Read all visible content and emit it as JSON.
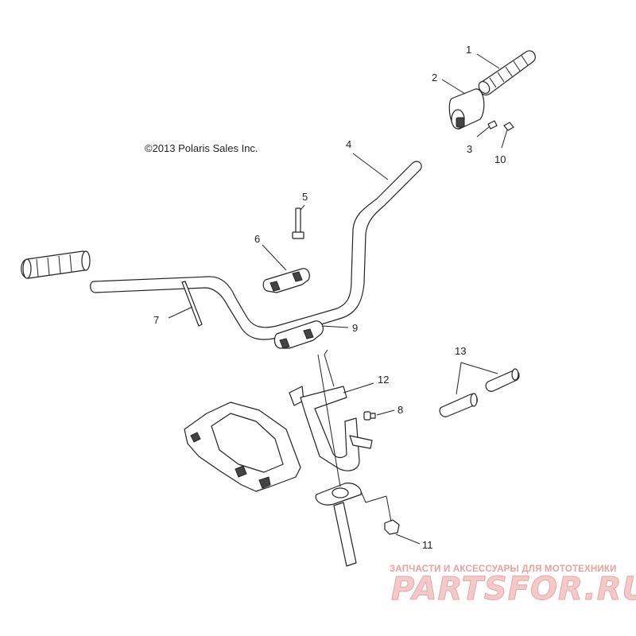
{
  "copyright": "©2013 Polaris Sales Inc.",
  "watermark": {
    "tagline": "ЗАПЧАСТИ И АКСЕССУАРЫ ДЛЯ МОТОТЕХНИКИ",
    "brand": "PARTSFOR.RU"
  },
  "callouts": [
    "1",
    "2",
    "3",
    "4",
    "5",
    "6",
    "7",
    "8",
    "9",
    "10",
    "11",
    "12",
    "13"
  ]
}
